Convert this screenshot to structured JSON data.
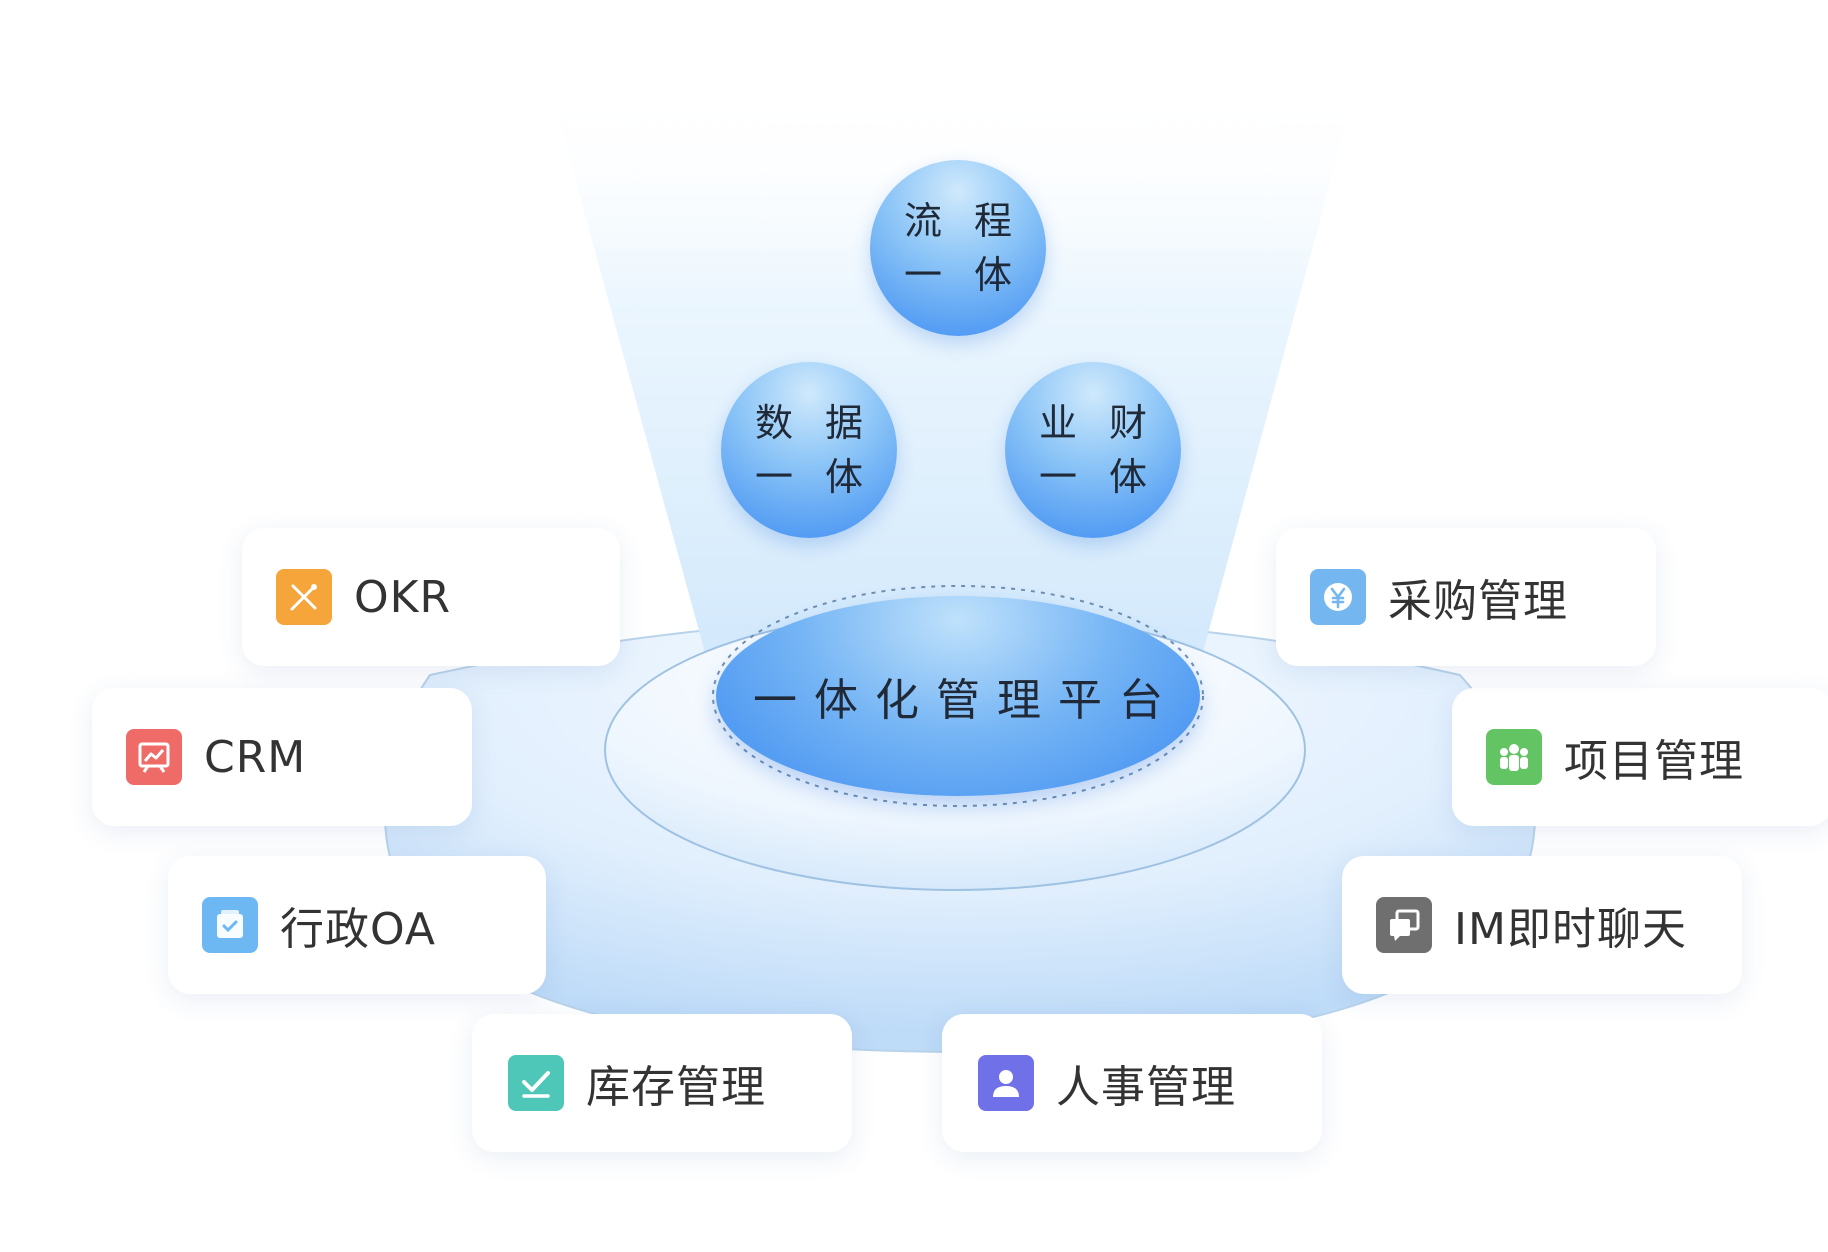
{
  "center": {
    "title": "一体化管理平台"
  },
  "pillars": [
    {
      "line1": "流 程",
      "line2": "一 体"
    },
    {
      "line1": "数 据",
      "line2": "一 体"
    },
    {
      "line1": "业 财",
      "line2": "一 体"
    }
  ],
  "modules": [
    {
      "label": "OKR",
      "icon": "pencil-ruler-icon",
      "color": "#f5a53a"
    },
    {
      "label": "CRM",
      "icon": "chart-board-icon",
      "color": "#ef6b68"
    },
    {
      "label": "行政OA",
      "icon": "calendar-check-icon",
      "color": "#6db8f2"
    },
    {
      "label": "库存管理",
      "icon": "checkmark-icon",
      "color": "#4ec7b8"
    },
    {
      "label": "人事管理",
      "icon": "person-icon",
      "color": "#7070e8"
    },
    {
      "label": "IM即时聊天",
      "icon": "chat-windows-icon",
      "color": "#6f6f6f"
    },
    {
      "label": "项目管理",
      "icon": "team-icon",
      "color": "#62c462"
    },
    {
      "label": "采购管理",
      "icon": "yen-coin-icon",
      "color": "#74b7f0"
    }
  ]
}
